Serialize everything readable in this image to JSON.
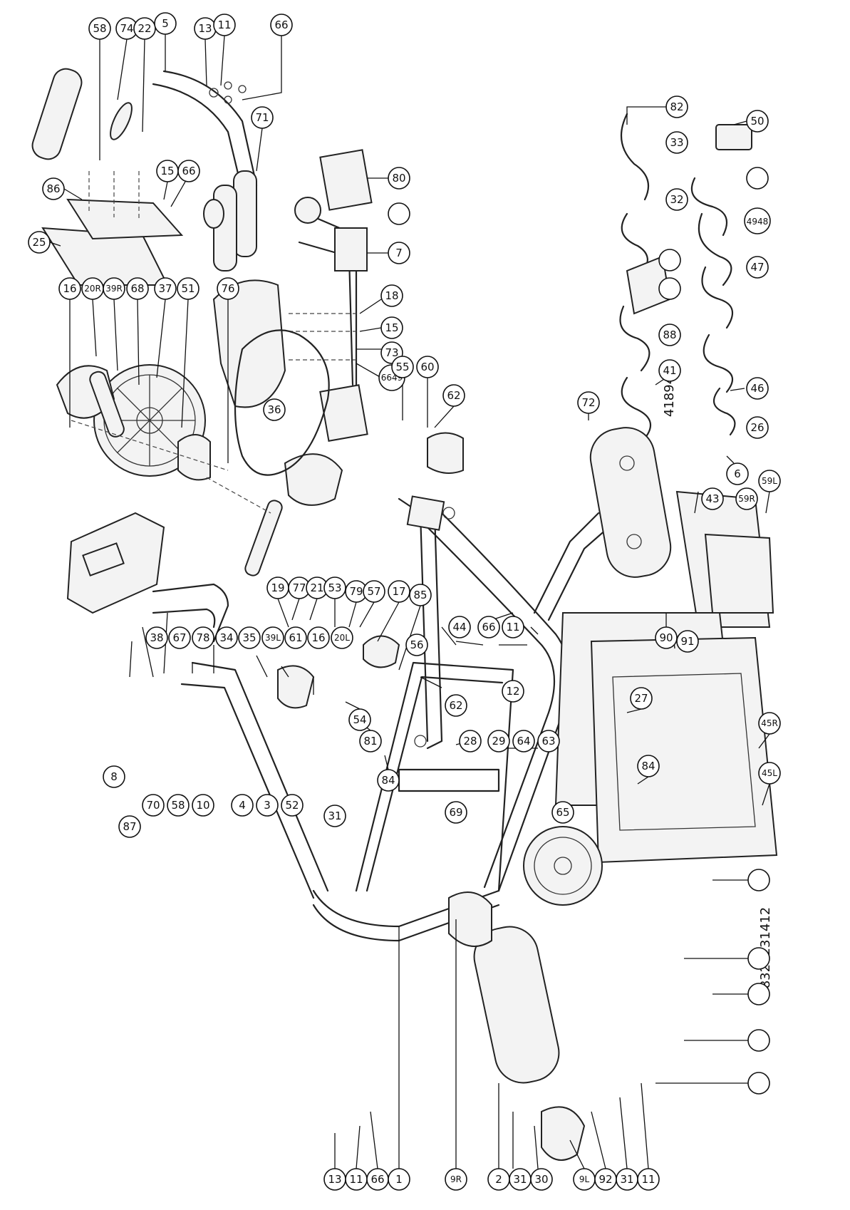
{
  "callouts": {
    "c58a": "58",
    "c74": "74",
    "c22": "22",
    "c5": "5",
    "c13a": "13",
    "c11a": "11",
    "c66a": "66",
    "c82": "82",
    "c50": "50",
    "c86": "86",
    "c25": "25",
    "c15a": "15",
    "c66b": "66",
    "c71": "71",
    "c80": "80",
    "c7": "7",
    "c33": "33",
    "c32": "32",
    "c4948": "4948",
    "c47": "47",
    "c16a": "16",
    "c20R": "20R",
    "c39R": "39R",
    "c68": "68",
    "c37": "37",
    "c51": "51",
    "c76": "76",
    "c18": "18",
    "c15b": "15",
    "c73": "73",
    "c6649": "6649",
    "c36": "36",
    "c55": "55",
    "c60": "60",
    "c62a": "62",
    "c72": "72",
    "c41": "41",
    "c88": "88",
    "c46": "46",
    "c26": "26",
    "c6": "6",
    "c43": "43",
    "c59R": "59R",
    "c59L": "59L",
    "c38": "38",
    "c67": "67",
    "c78": "78",
    "c34": "34",
    "c35": "35",
    "c39L": "39L",
    "c61": "61",
    "c16b": "16",
    "c20L": "20L",
    "c44": "44",
    "c66c": "66",
    "c11b": "11",
    "c56": "56",
    "c12": "12",
    "c62b": "62",
    "c90": "90",
    "c91": "91",
    "c8": "8",
    "c87": "87",
    "c70": "70",
    "c58b": "58",
    "c10": "10",
    "c4": "4",
    "c3": "3",
    "c52": "52",
    "c19": "19",
    "c77": "77",
    "c21": "21",
    "c53": "53",
    "c79": "79",
    "c57": "57",
    "c17": "17",
    "c85": "85",
    "c54": "54",
    "c81": "81",
    "c84a": "84",
    "c28": "28",
    "c29": "29",
    "c64": "64",
    "c63": "63",
    "c69": "69",
    "c31a": "31",
    "c65": "65",
    "c27": "27",
    "c84b": "84",
    "c45R": "45R",
    "c45L": "45L",
    "c13b": "13",
    "c11c": "11",
    "c66d": "66",
    "c1": "1",
    "c9R": "9R",
    "c2": "2",
    "c31b": "31",
    "c30": "30",
    "c9L": "9L",
    "c92": "92",
    "c31c": "31",
    "c11d": "11"
  },
  "labels": {
    "vertical_number": "8324231412",
    "stacked_numbers": "4189488"
  }
}
